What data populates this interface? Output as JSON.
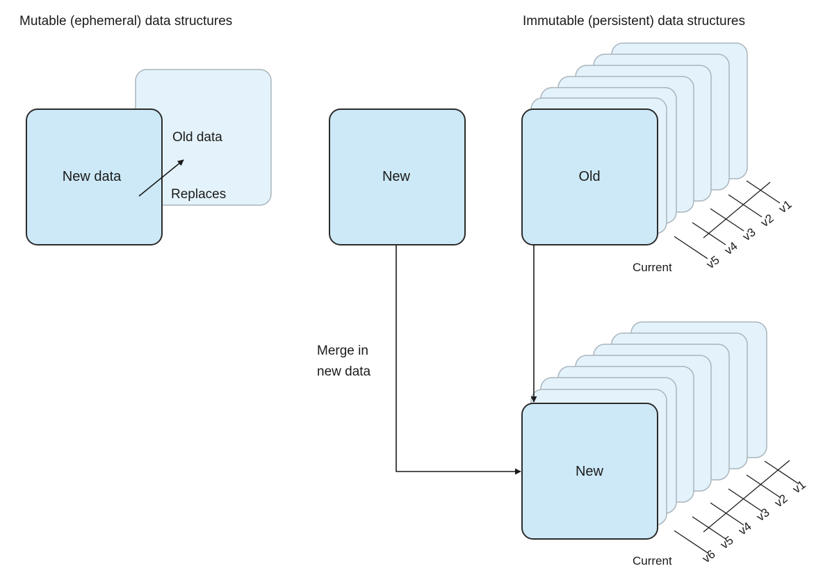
{
  "mutable": {
    "title": "Mutable (ephemeral) data structures",
    "new_label": "New data",
    "old_label": "Old data",
    "replaces_label": "Replaces"
  },
  "immutable": {
    "title": "Immutable (persistent) data structures",
    "new_source_label": "New",
    "old_label": "Old",
    "merged_label": "New",
    "merge_label_line1": "Merge in",
    "merge_label_line2": "new data",
    "top_versions": [
      "v1",
      "v2",
      "v3",
      "v4",
      "v5"
    ],
    "top_current_label": "Current",
    "bottom_versions": [
      "v1",
      "v2",
      "v3",
      "v4",
      "v5",
      "v6"
    ],
    "bottom_current_label": "Current"
  },
  "colors": {
    "box_fill": "#cde9f8",
    "ghost_fill": "#e4f3fb",
    "box_stroke": "#2b2b2b",
    "ghost_stroke": "#a9b4bc",
    "line": "#1a1a1a"
  }
}
